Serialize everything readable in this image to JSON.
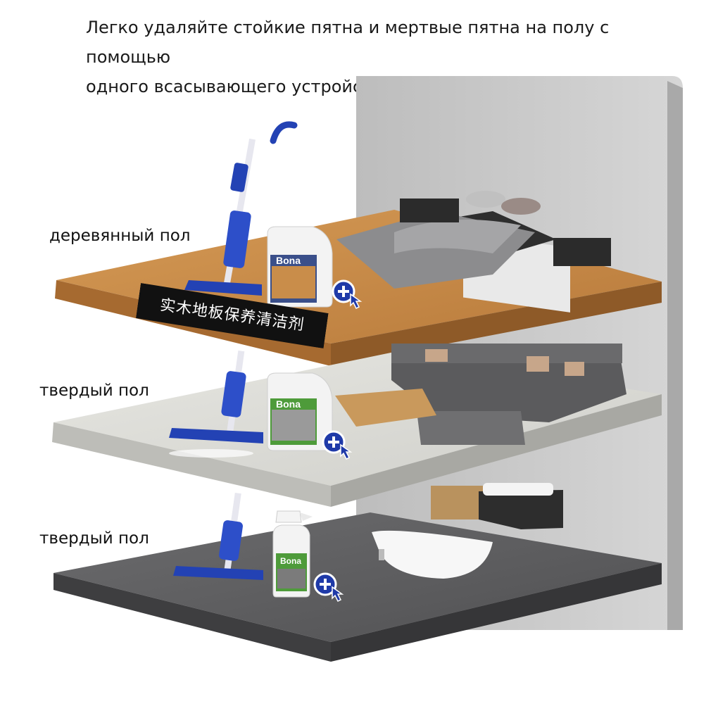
{
  "headline": {
    "line1": "Легко удаляйте стойкие пятна и мертвые пятна на полу с помощью",
    "line2": "одного всасывающего устройства и одной швабры."
  },
  "labels": {
    "wood": "деревянный пол",
    "hard_1": "твердый пол",
    "hard_2": "твердый пол"
  },
  "banner_zh": "实木地板保养清洁剂",
  "brand": "Bona",
  "colors": {
    "wood_floor": "#c98d4a",
    "light_floor": "#dcdcd6",
    "dark_floor": "#5e5e60",
    "wall": "#c9c9c9",
    "mop_blue": "#2342b4"
  },
  "icons": [
    "plus-cursor-icon",
    "plus-cursor-icon",
    "plus-cursor-icon"
  ]
}
